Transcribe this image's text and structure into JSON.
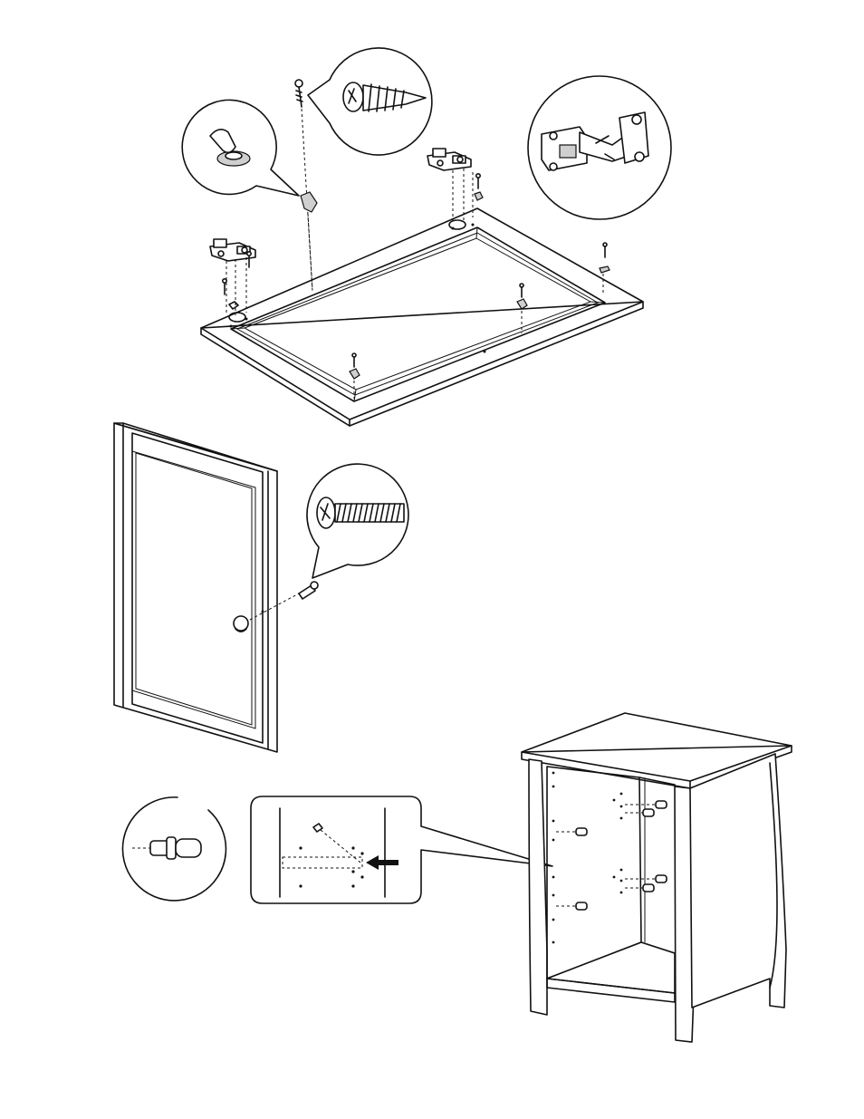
{
  "document": {
    "figures": [
      {
        "id": "door-hinge-assembly",
        "callouts": [
          "wood-screw-icon",
          "wing-stopper-icon",
          "cabinet-hinge-icon"
        ]
      },
      {
        "id": "door-knob-assembly",
        "callouts": [
          "knob-bolt-icon"
        ]
      },
      {
        "id": "shelf-pin-insertion",
        "callouts": [
          "shelf-pin-icon",
          "pin-hole-detail"
        ]
      }
    ],
    "colors": {
      "ink": "#111111",
      "paper": "#ffffff",
      "shade": "#cfcfcf"
    }
  }
}
